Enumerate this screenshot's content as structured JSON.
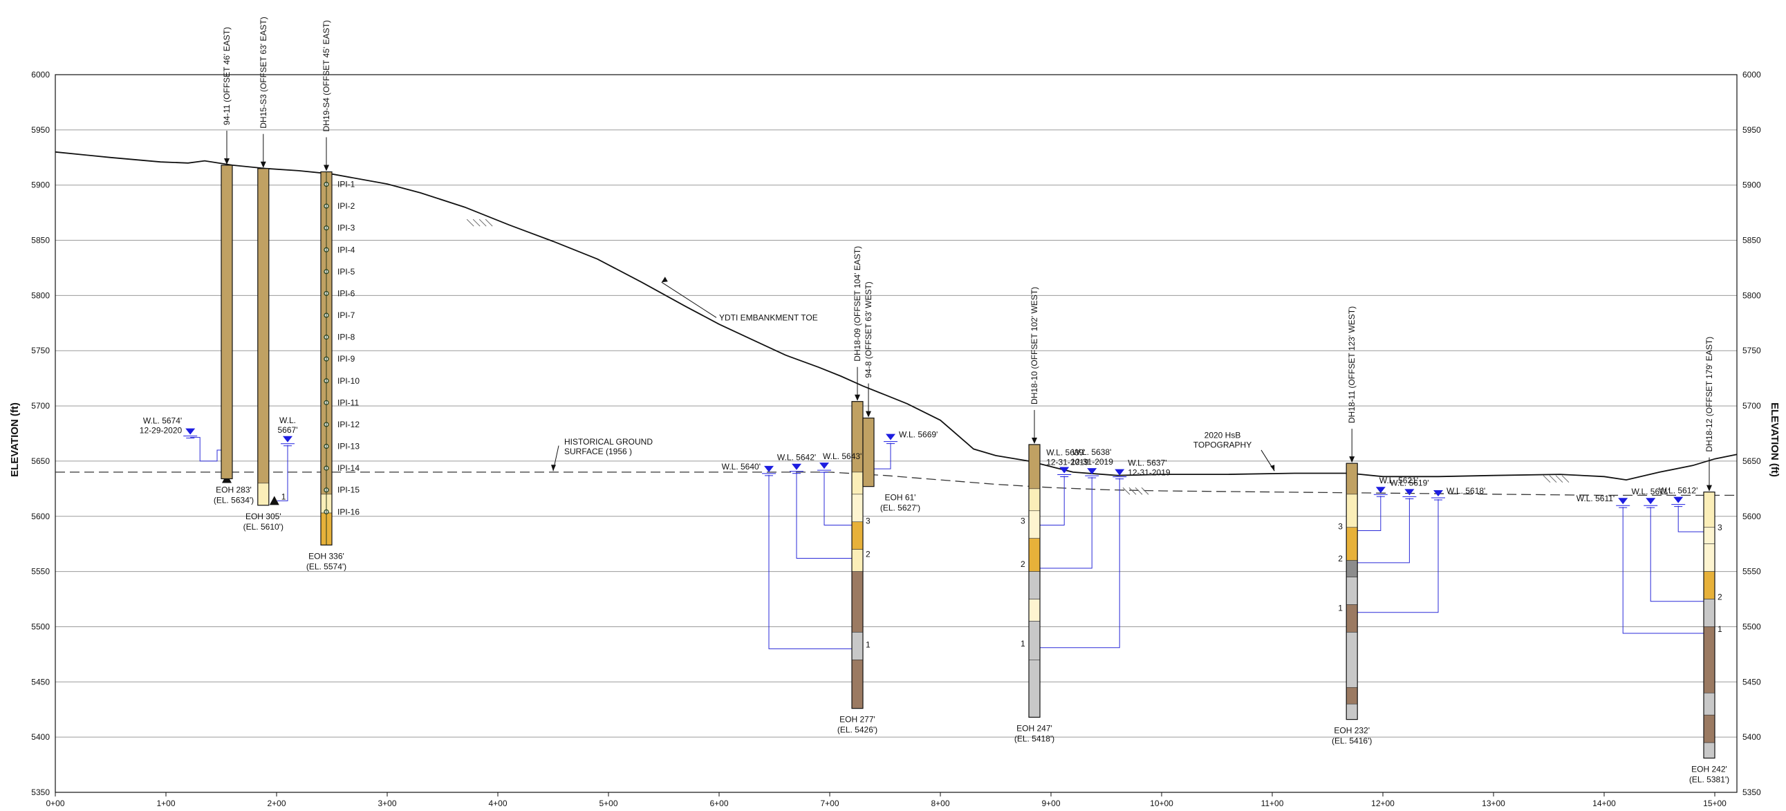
{
  "axes": {
    "y_label": "ELEVATION (ft)",
    "y_ticks": [
      5350,
      5400,
      5450,
      5500,
      5550,
      5600,
      5650,
      5700,
      5750,
      5800,
      5850,
      5900,
      5950,
      6000
    ],
    "x_ticks": [
      "0+00",
      "1+00",
      "2+00",
      "3+00",
      "4+00",
      "5+00",
      "6+00",
      "7+00",
      "8+00",
      "9+00",
      "10+00",
      "11+00",
      "12+00",
      "13+00",
      "14+00",
      "15+00"
    ],
    "y_range": [
      5350,
      6000
    ],
    "x_range_stations": [
      0,
      15.2
    ]
  },
  "colors": {
    "fill_brown": "#c0a163",
    "fill_cream": "#fbeeb8",
    "fill_pale": "#fdf4d0",
    "fill_orange": "#e7b13a",
    "fill_dkbrown": "#9b7a62",
    "fill_gray": "#c8c8c8",
    "fill_dkgray": "#8c8c8c",
    "instrument_blue": "#2a2ad8",
    "water_level_blue": "#1d1de0"
  },
  "annotations": {
    "topo_label": "2020  HsB\nTOPOGRAPHY",
    "embankment_label": "YDTI EMBANKMENT TOE",
    "historical_label": "HISTORICAL GROUND\nSURFACE (1956 )"
  },
  "profiles": {
    "topography": [
      [
        0,
        5930
      ],
      [
        0.5,
        5925
      ],
      [
        0.95,
        5921
      ],
      [
        1.2,
        5920
      ],
      [
        1.35,
        5922
      ],
      [
        1.6,
        5918
      ],
      [
        1.9,
        5915
      ],
      [
        2.2,
        5913
      ],
      [
        2.5,
        5910
      ],
      [
        3.0,
        5901
      ],
      [
        3.3,
        5893
      ],
      [
        3.7,
        5880
      ],
      [
        4.1,
        5864
      ],
      [
        4.5,
        5849
      ],
      [
        4.9,
        5833
      ],
      [
        5.3,
        5812
      ],
      [
        5.7,
        5790
      ],
      [
        6.0,
        5774
      ],
      [
        6.3,
        5760
      ],
      [
        6.6,
        5746
      ],
      [
        6.9,
        5735
      ],
      [
        7.1,
        5727
      ],
      [
        7.3,
        5718
      ],
      [
        7.5,
        5710
      ],
      [
        7.7,
        5702
      ],
      [
        8.0,
        5687
      ],
      [
        8.15,
        5674
      ],
      [
        8.3,
        5661
      ],
      [
        8.5,
        5655
      ],
      [
        8.8,
        5650
      ],
      [
        9.0,
        5645
      ],
      [
        9.2,
        5640
      ],
      [
        9.6,
        5637
      ],
      [
        10.0,
        5638
      ],
      [
        10.6,
        5638
      ],
      [
        11.2,
        5639
      ],
      [
        11.7,
        5639
      ],
      [
        12.0,
        5636
      ],
      [
        12.5,
        5636
      ],
      [
        13.0,
        5637
      ],
      [
        13.6,
        5638
      ],
      [
        14.0,
        5636
      ],
      [
        14.2,
        5633
      ],
      [
        14.5,
        5640
      ],
      [
        14.8,
        5646
      ],
      [
        15.0,
        5652
      ],
      [
        15.2,
        5656
      ]
    ],
    "historical": [
      [
        0,
        5640
      ],
      [
        7.0,
        5640
      ],
      [
        7.5,
        5637
      ],
      [
        8.0,
        5633
      ],
      [
        8.5,
        5629
      ],
      [
        9.0,
        5626
      ],
      [
        9.5,
        5624
      ],
      [
        10.0,
        5623
      ],
      [
        11.0,
        5622
      ],
      [
        12.0,
        5621
      ],
      [
        13.0,
        5620
      ],
      [
        14.0,
        5619
      ],
      [
        15.2,
        5619
      ]
    ]
  },
  "boreholes": [
    {
      "name": "94-11 (OFFSET 46' EAST)",
      "station": 1.55,
      "top": 5918,
      "bottom": 5634,
      "eoh": [
        "EOH 283'",
        "(EL. 5634')"
      ],
      "eoh_side": "left",
      "layers": [
        [
          5918,
          5634,
          "brown"
        ]
      ]
    },
    {
      "name": "DH15-S3 (OFFSET 63' EAST)",
      "station": 1.88,
      "top": 5915,
      "bottom": 5610,
      "eoh": [
        "EOH 305'",
        "(EL. 5610')"
      ],
      "eoh_side": "center",
      "layers": [
        [
          5915,
          5630,
          "brown"
        ],
        [
          5630,
          5610,
          "cream"
        ]
      ]
    },
    {
      "name": "DH19-S4 (OFFSET 45' EAST)",
      "station": 2.45,
      "top": 5912,
      "bottom": 5574,
      "eoh": [
        "EOH 336'",
        "(EL. 5574')"
      ],
      "eoh_side": "center",
      "layers": [
        [
          5912,
          5620,
          "brown"
        ],
        [
          5620,
          5603,
          "cream"
        ],
        [
          5603,
          5574,
          "orange"
        ]
      ],
      "ipi": [
        "IPI-1",
        "IPI-2",
        "IPI-3",
        "IPI-4",
        "IPI-5",
        "IPI-6",
        "IPI-7",
        "IPI-8",
        "IPI-9",
        "IPI-10",
        "IPI-11",
        "IPI-12",
        "IPI-13",
        "IPI-14",
        "IPI-15",
        "IPI-16"
      ]
    },
    {
      "name": "DH18-09 (OFFSET 104' EAST)",
      "station": 7.25,
      "top": 5704,
      "bottom": 5426,
      "eoh": [
        "EOH 277'",
        "(EL. 5426')"
      ],
      "eoh_side": "center",
      "layers": [
        [
          5704,
          5640,
          "brown"
        ],
        [
          5640,
          5620,
          "cream"
        ],
        [
          5620,
          5595,
          "pale"
        ],
        [
          5595,
          5570,
          "orange"
        ],
        [
          5570,
          5550,
          "cream"
        ],
        [
          5550,
          5495,
          "dkbrown"
        ],
        [
          5495,
          5470,
          "gray"
        ],
        [
          5470,
          5426,
          "dkbrown"
        ]
      ]
    },
    {
      "name": "94-8 (OFFSET 63' WEST)",
      "station": 7.35,
      "top": 5689,
      "bottom": 5627,
      "eoh": [
        "EOH 61'",
        "(EL. 5627')"
      ],
      "eoh_side": "right",
      "layers": [
        [
          5689,
          5627,
          "brown"
        ]
      ]
    },
    {
      "name": "DH18-10 (OFFSET 102' WEST)",
      "station": 8.85,
      "top": 5665,
      "bottom": 5418,
      "eoh": [
        "EOH 247'",
        "(EL. 5418')"
      ],
      "eoh_side": "center",
      "layers": [
        [
          5665,
          5625,
          "brown"
        ],
        [
          5625,
          5605,
          "cream"
        ],
        [
          5605,
          5580,
          "pale"
        ],
        [
          5580,
          5550,
          "orange"
        ],
        [
          5550,
          5525,
          "gray"
        ],
        [
          5525,
          5505,
          "pale"
        ],
        [
          5505,
          5470,
          "gray"
        ],
        [
          5470,
          5418,
          "gray"
        ]
      ]
    },
    {
      "name": "DH18-11 (OFFSET 123' WEST)",
      "station": 11.72,
      "top": 5648,
      "bottom": 5416,
      "eoh": [
        "EOH 232'",
        "(EL. 5416')"
      ],
      "eoh_side": "center",
      "layers": [
        [
          5648,
          5620,
          "brown"
        ],
        [
          5620,
          5590,
          "cream"
        ],
        [
          5590,
          5560,
          "orange"
        ],
        [
          5560,
          5545,
          "dkgray"
        ],
        [
          5545,
          5520,
          "gray"
        ],
        [
          5520,
          5495,
          "dkbrown"
        ],
        [
          5495,
          5445,
          "gray"
        ],
        [
          5445,
          5430,
          "dkbrown"
        ],
        [
          5430,
          5416,
          "gray"
        ]
      ]
    },
    {
      "name": "DH18-12 (OFFSET 179' EAST)",
      "station": 14.95,
      "top": 5622,
      "bottom": 5381,
      "eoh": [
        "EOH 242'",
        "(EL. 5381')"
      ],
      "eoh_side": "center",
      "layers": [
        [
          5622,
          5590,
          "cream"
        ],
        [
          5590,
          5575,
          "pale"
        ],
        [
          5575,
          5550,
          "pale"
        ],
        [
          5550,
          5525,
          "orange"
        ],
        [
          5525,
          5500,
          "gray"
        ],
        [
          5500,
          5440,
          "dkbrown"
        ],
        [
          5440,
          5420,
          "gray"
        ],
        [
          5420,
          5395,
          "dkbrown"
        ],
        [
          5395,
          5381,
          "gray"
        ]
      ]
    }
  ],
  "water_levels": [
    {
      "station": 1.22,
      "el": 5674,
      "lines": [
        "W.L. 5674'",
        "12-29-2020"
      ],
      "side": "left"
    },
    {
      "station": 2.1,
      "el": 5667,
      "lines": [
        "W.L.",
        "5667'"
      ],
      "side": "above"
    },
    {
      "station": 6.45,
      "el": 5640,
      "lines": [
        "W.L. 5640'"
      ],
      "side": "left"
    },
    {
      "station": 6.7,
      "el": 5642,
      "lines": [
        "W.L. 5642'"
      ],
      "side": "above"
    },
    {
      "station": 6.95,
      "el": 5643,
      "lines": [
        "W.L. 5643'"
      ],
      "side": "aboveright"
    },
    {
      "station": 7.55,
      "el": 5669,
      "lines": [
        "W.L. 5669'"
      ],
      "side": "right"
    },
    {
      "station": 9.12,
      "el": 5639,
      "lines": [
        "W.L. 5639'",
        "12-31-2019"
      ],
      "side": "aboveleft"
    },
    {
      "station": 9.37,
      "el": 5638,
      "lines": [
        "W.L. 5638'",
        "12-31-2019"
      ],
      "side": "above"
    },
    {
      "station": 9.62,
      "el": 5637,
      "lines": [
        "W.L. 5637'",
        "12-31-2019"
      ],
      "side": "right"
    },
    {
      "station": 11.98,
      "el": 5621,
      "lines": [
        "W.L. 5621'"
      ],
      "side": "aboveright"
    },
    {
      "station": 12.24,
      "el": 5619,
      "lines": [
        "W.L. 5619'"
      ],
      "side": "above"
    },
    {
      "station": 12.5,
      "el": 5618,
      "lines": [
        "W.L. 5618'"
      ],
      "side": "right"
    },
    {
      "station": 14.17,
      "el": 5611,
      "lines": [
        "W.L. 5611'"
      ],
      "side": "left"
    },
    {
      "station": 14.42,
      "el": 5611,
      "lines": [
        "W.L. 5611'"
      ],
      "side": "above"
    },
    {
      "station": 14.67,
      "el": 5612,
      "lines": [
        "W.L. 5612'"
      ],
      "side": "above"
    }
  ],
  "piezometers": [
    {
      "bh": 0,
      "from": [
        1.22,
        5674
      ],
      "to_el": 5634,
      "num": ""
    },
    {
      "bh": 1,
      "from": [
        2.1,
        5667
      ],
      "to_el": 5614,
      "num": "1",
      "tip_station": 1.98,
      "tip_el": 5614
    },
    {
      "bh": 3,
      "from": [
        6.45,
        5640
      ],
      "to_el": 5480,
      "num": "1"
    },
    {
      "bh": 3,
      "from": [
        6.7,
        5642
      ],
      "to_el": 5562,
      "num": "2"
    },
    {
      "bh": 3,
      "from": [
        6.95,
        5643
      ],
      "to_el": 5592,
      "num": "3"
    },
    {
      "bh": 4,
      "from": [
        7.55,
        5669
      ],
      "to_el": 5643,
      "num": ""
    },
    {
      "bh": 5,
      "from": [
        9.12,
        5639
      ],
      "to_el": 5592,
      "num": "3"
    },
    {
      "bh": 5,
      "from": [
        9.37,
        5638
      ],
      "to_el": 5553,
      "num": "2"
    },
    {
      "bh": 5,
      "from": [
        9.62,
        5637
      ],
      "to_el": 5481,
      "num": "1"
    },
    {
      "bh": 6,
      "from": [
        11.98,
        5621
      ],
      "to_el": 5587,
      "num": "3"
    },
    {
      "bh": 6,
      "from": [
        12.24,
        5619
      ],
      "to_el": 5558,
      "num": "2"
    },
    {
      "bh": 6,
      "from": [
        12.5,
        5618
      ],
      "to_el": 5513,
      "num": "1"
    },
    {
      "bh": 7,
      "from": [
        14.17,
        5611
      ],
      "to_el": 5494,
      "num": "1"
    },
    {
      "bh": 7,
      "from": [
        14.42,
        5611
      ],
      "to_el": 5523,
      "num": "2"
    },
    {
      "bh": 7,
      "from": [
        14.67,
        5612
      ],
      "to_el": 5586,
      "num": "3"
    }
  ]
}
